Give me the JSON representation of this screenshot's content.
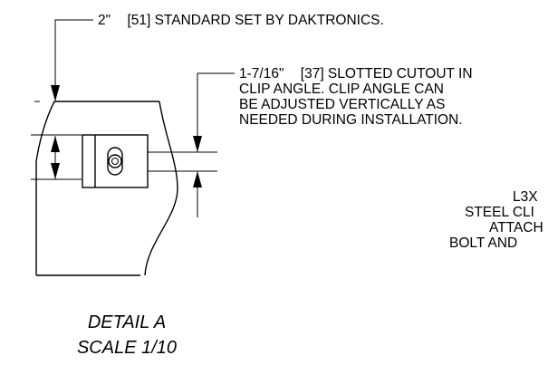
{
  "notes": {
    "top_note": {
      "dim_in": "2\"",
      "text": "[51] STANDARD SET BY DAKTRONICS."
    },
    "slot_note": {
      "line1": {
        "dim_in": "1-7/16\"",
        "text": "[37] SLOTTED CUTOUT IN"
      },
      "line2": "CLIP ANGLE. CLIP ANGLE CAN",
      "line3": "BE ADJUSTED VERTICALLY AS",
      "line4": "NEEDED DURING INSTALLATION."
    },
    "clip_note": {
      "line1": "L3X",
      "line2": "STEEL CLI",
      "line3": "ATTACH",
      "line4": "BOLT AND"
    }
  },
  "detail_label": {
    "title": "DETAIL  A",
    "scale": "SCALE  1/10"
  }
}
